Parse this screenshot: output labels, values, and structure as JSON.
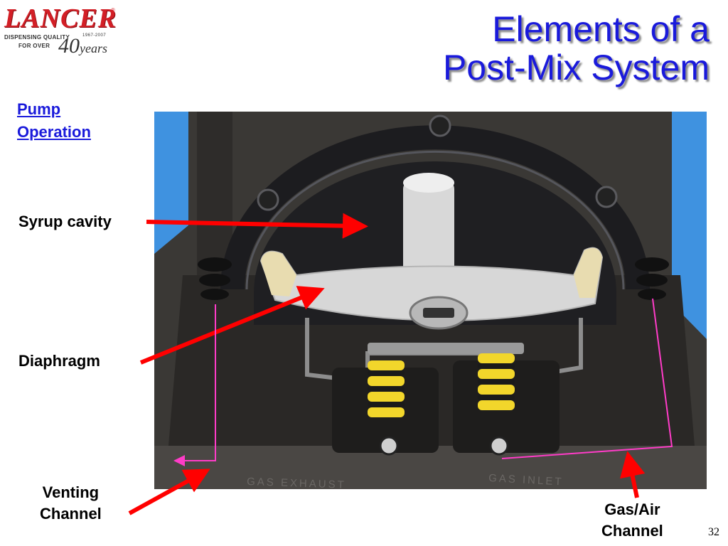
{
  "logo": {
    "brand": "LANCER",
    "registered": "®",
    "tagline_line1": "DISPENSING QUALITY",
    "tagline_line2": "FOR OVER",
    "year_range": "1967-2007",
    "years_number": "40",
    "years_word": "years"
  },
  "title": {
    "line1": "Elements of a",
    "line2": "Post-Mix System"
  },
  "section_link": {
    "line1": "Pump",
    "line2": "Operation"
  },
  "callouts": {
    "syrup_cavity": "Syrup cavity",
    "diaphragm": "Diaphragm",
    "venting_line1": "Venting",
    "venting_line2": "Channel",
    "gas_line1": "Gas/Air",
    "gas_line2": "Channel"
  },
  "photo_labels": {
    "left_embossed": "GAS EXHAUST",
    "right_embossed": "GAS INLET"
  },
  "colors": {
    "title": "#1a1adb",
    "link": "#1a1adb",
    "arrow": "#ff0000",
    "channel_line": "#ff3cc8",
    "photo_background": "#3f92e0",
    "logo_red": "#d31f26"
  },
  "page_number": "32"
}
